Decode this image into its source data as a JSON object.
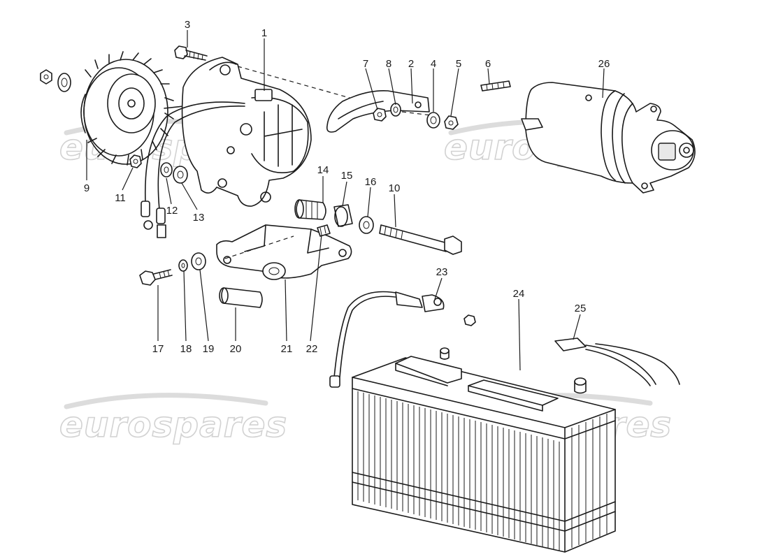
{
  "watermark": {
    "text": "eurospares"
  },
  "parts": [
    {
      "id": "p1",
      "label": "1"
    },
    {
      "id": "p2",
      "label": "2"
    },
    {
      "id": "p3",
      "label": "3"
    },
    {
      "id": "p4",
      "label": "4"
    },
    {
      "id": "p5",
      "label": "5"
    },
    {
      "id": "p6",
      "label": "6"
    },
    {
      "id": "p7",
      "label": "7"
    },
    {
      "id": "p8",
      "label": "8"
    },
    {
      "id": "p9",
      "label": "9"
    },
    {
      "id": "p10",
      "label": "10"
    },
    {
      "id": "p11",
      "label": "11"
    },
    {
      "id": "p12",
      "label": "12"
    },
    {
      "id": "p13",
      "label": "13"
    },
    {
      "id": "p14",
      "label": "14"
    },
    {
      "id": "p15",
      "label": "15"
    },
    {
      "id": "p16",
      "label": "16"
    },
    {
      "id": "p17",
      "label": "17"
    },
    {
      "id": "p18",
      "label": "18"
    },
    {
      "id": "p19",
      "label": "19"
    },
    {
      "id": "p20",
      "label": "20"
    },
    {
      "id": "p21",
      "label": "21"
    },
    {
      "id": "p22",
      "label": "22"
    },
    {
      "id": "p23",
      "label": "23"
    },
    {
      "id": "p24",
      "label": "24"
    },
    {
      "id": "p25",
      "label": "25"
    },
    {
      "id": "p26",
      "label": "26"
    }
  ]
}
